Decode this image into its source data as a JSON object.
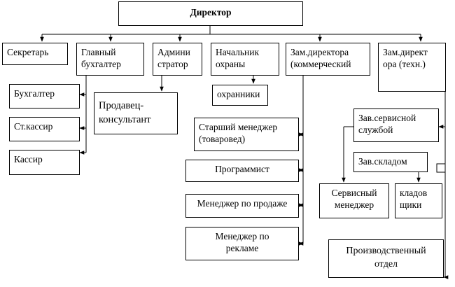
{
  "org_chart": {
    "director": "Директор",
    "secretary": "Секретарь",
    "chief_accountant": "Главный\nбухгалтер",
    "administrator": "Админи\nстратор",
    "head_of_security": "Начальник\nохраны",
    "deputy_commercial": "Зам.директора\n(коммерческий",
    "deputy_technical": "Зам.директ\nора (техн.)",
    "accountant": "Бухгалтер",
    "senior_cashier": "Ст.кассир",
    "cashier": "Кассир",
    "sales_consultant": "Продавец-\nконсультант",
    "security_guards": "охранники",
    "senior_manager": "Старший менеджер\n(товаровед)",
    "programmer": "Программист",
    "sales_manager": "Менеджер по продаже",
    "advertising_manager": "Менеджер по\nрекламе",
    "head_service": "Зав.сервисной\nслужбой",
    "head_warehouse": "Зав.складом",
    "service_manager": "Сервисный\nменеджер",
    "storekeepers": "кладов\nщики",
    "production_department": "Производственный\nотдел"
  }
}
